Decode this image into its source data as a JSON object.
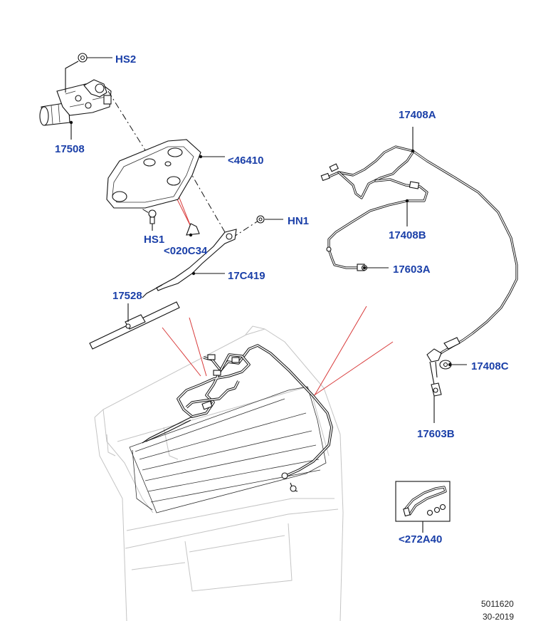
{
  "diagram": {
    "callouts": {
      "hs2": "HS2",
      "p17508": "17508",
      "p46410": "<46410",
      "hs1": "HS1",
      "p020c34": "<020C34",
      "hn1": "HN1",
      "p17c419": "17C419",
      "p17528": "17528",
      "p17408a": "17408A",
      "p17408b": "17408B",
      "p17603a": "17603A",
      "p17408c": "17408C",
      "p17603b": "17603B",
      "p272a40": "<272A40"
    },
    "reference": {
      "code": "5011620",
      "date": "30-2019"
    },
    "colors": {
      "callout_text": "#1a3fa8",
      "line": "#111111",
      "highlight": "#d83a3a",
      "ghost_outline": "#c4c4c4"
    }
  }
}
